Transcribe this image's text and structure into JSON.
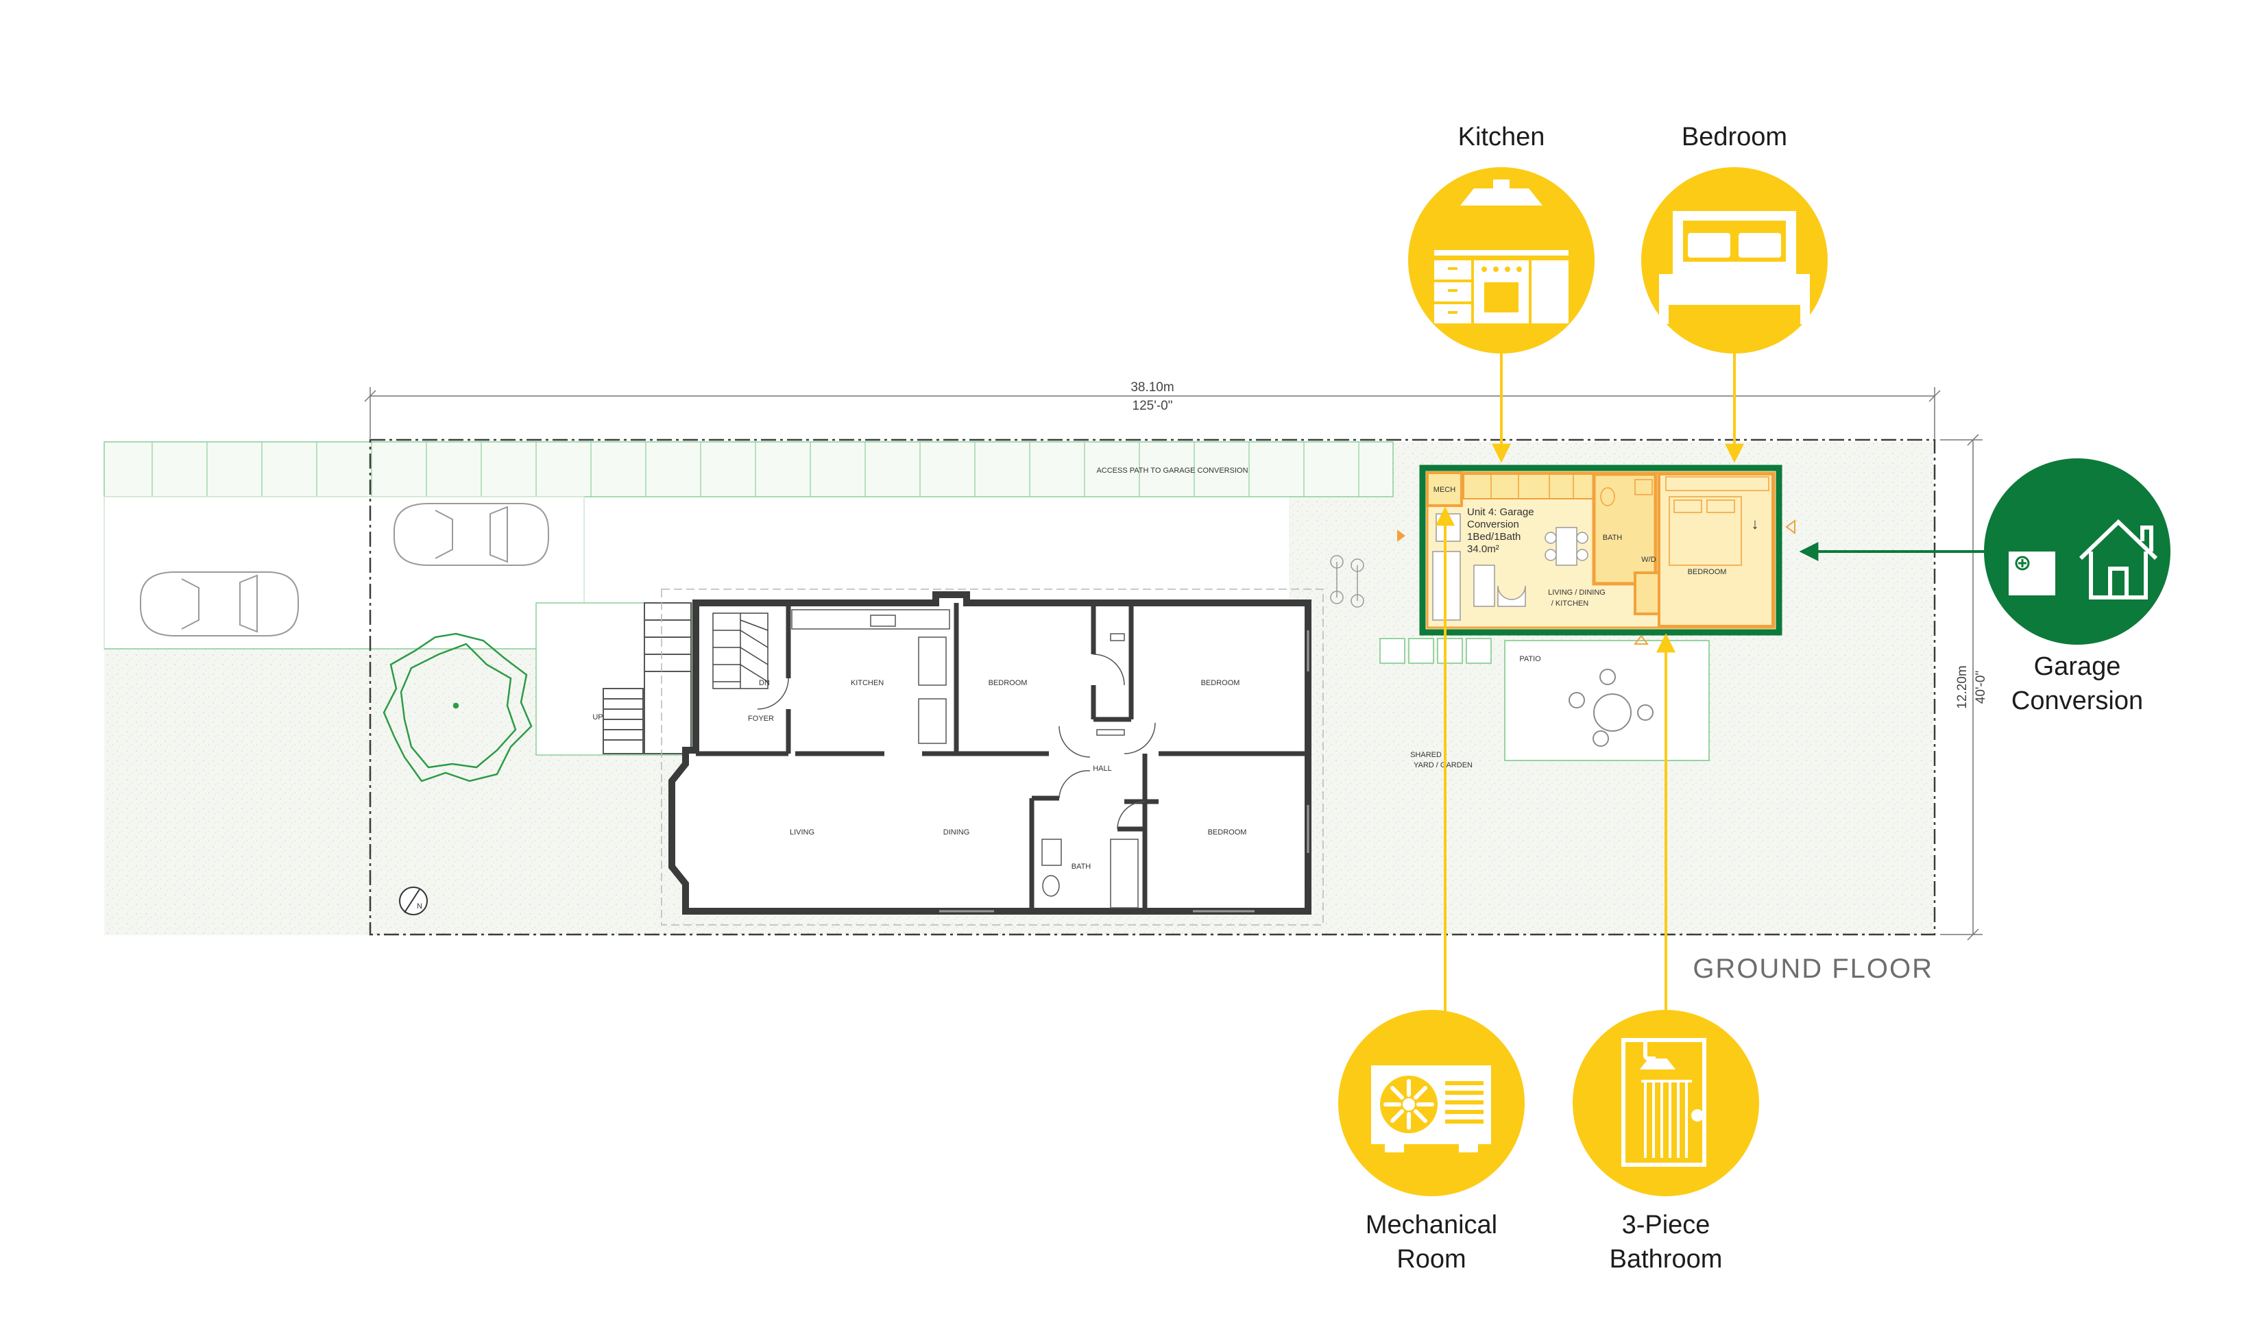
{
  "diagram": {
    "floor_label": "GROUND FLOOR",
    "dimensions": {
      "width_metric": "38.10m",
      "width_imperial": "125'-0\"",
      "depth_metric": "12.20m",
      "depth_imperial": "40'-0\""
    },
    "site_labels": {
      "access_path": "ACCESS PATH TO GARAGE CONVERSION",
      "patio": "PATIO",
      "yard_line1": "SHARED",
      "yard_line2": "YARD / GARDEN",
      "stair_up": "UP",
      "north": "N"
    },
    "main_house_rooms": {
      "foyer": "FOYER",
      "stair_dn": "DN",
      "kitchen": "KITCHEN",
      "bedroom_1": "BEDROOM",
      "bedroom_2": "BEDROOM",
      "bedroom_3": "BEDROOM",
      "hall": "HALL",
      "living": "LIVING",
      "dining": "DINING",
      "bath": "BATH"
    },
    "garage_unit": {
      "mech": "MECH",
      "title_line1": "Unit 4: Garage",
      "title_line2": "Conversion",
      "title_line3": "1Bed/1Bath",
      "title_line4": "34.0m²",
      "bath": "BATH",
      "wd": "W/D",
      "bedroom": "BEDROOM",
      "living_line1": "LIVING / DINING",
      "living_line2": "/ KITCHEN"
    },
    "callouts": [
      {
        "id": "kitchen",
        "label": "Kitchen",
        "icon": "kitchen-icon"
      },
      {
        "id": "bedroom",
        "label": "Bedroom",
        "icon": "bed-icon"
      },
      {
        "id": "garage",
        "label_line1": "Garage",
        "label_line2": "Conversion",
        "icon": "house-icon"
      },
      {
        "id": "mechanical",
        "label_line1": "Mechanical",
        "label_line2": "Room",
        "icon": "heat-pump-icon"
      },
      {
        "id": "bathroom",
        "label_line1": "3-Piece",
        "label_line2": "Bathroom",
        "icon": "shower-icon"
      }
    ],
    "colors": {
      "yellow": "#fccb16",
      "green": "#0c7a3a",
      "orange": "#f2a23b",
      "wall": "#3b3b3b",
      "site_green": "#8ccf97"
    }
  }
}
